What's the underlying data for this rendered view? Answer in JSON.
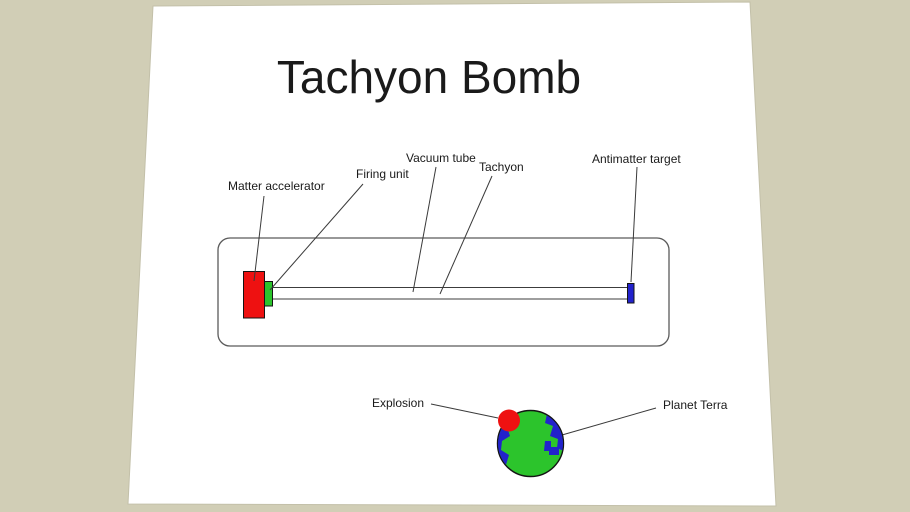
{
  "title": "Tachyon Bomb",
  "labels": {
    "matter_accelerator": "Matter accelerator",
    "firing_unit": "Firing unit",
    "vacuum_tube": "Vacuum tube",
    "tachyon": "Tachyon",
    "antimatter_target": "Antimatter target",
    "explosion": "Explosion",
    "planet_terra": "Planet Terra"
  },
  "colors": {
    "background": "#d1ceb6",
    "page": "#ffffff",
    "matter_accelerator": "#ee1111",
    "firing_unit": "#2cc42c",
    "antimatter_target": "#2222cc",
    "vacuum_tube_fill": "#ffffff",
    "planet_land": "#2cc42c",
    "planet_water": "#2222cc",
    "explosion": "#ee1111"
  }
}
